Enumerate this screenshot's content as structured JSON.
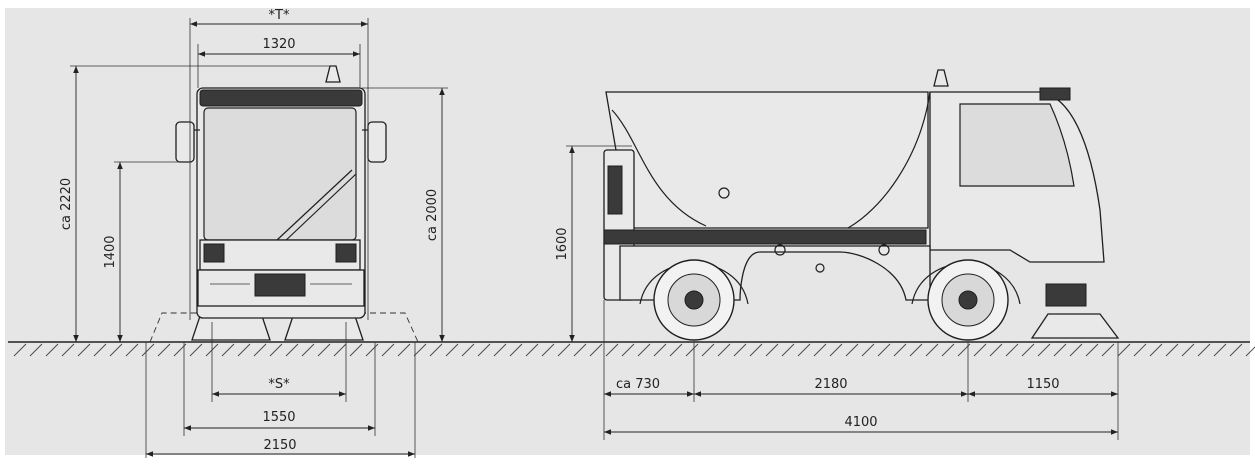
{
  "drawing": {
    "background": "#e6e6e6",
    "front_view": {
      "width_T": "*T*",
      "width_1320": "1320",
      "height_2220": "ca  2220",
      "height_1400": "1400",
      "height_2000": "ca  2000",
      "track_S": "*S*",
      "width_1550": "1550",
      "width_2150": "2150"
    },
    "side_view": {
      "height_1600": "1600",
      "front_overhang": "ca  730",
      "wheelbase": "2180",
      "rear_overhang": "1150",
      "total_length": "4100"
    }
  }
}
